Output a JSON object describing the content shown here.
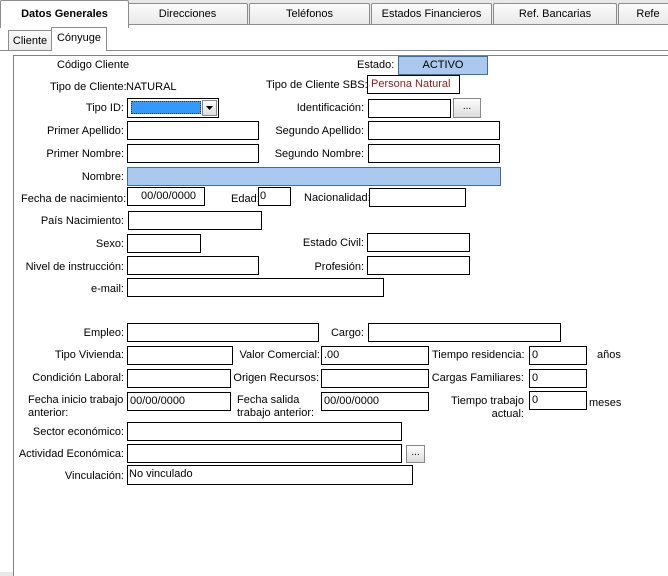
{
  "tabs": [
    "Datos Generales",
    "Direcciones",
    "Teléfonos",
    "Estados Financieros",
    "Ref. Bancarias",
    "Refe"
  ],
  "subtabs": [
    "Cliente",
    "Cónyuge"
  ],
  "labels": {
    "codigo_cliente": "Código Cliente",
    "estado": "Estado:",
    "tipo_cliente": "Tipo de Cliente:",
    "tipo_cliente_sbs": "Tipo de Cliente SBS:",
    "tipo_id": "Tipo ID:",
    "identificacion": "Identificación:",
    "primer_apellido": "Primer Apellido:",
    "segundo_apellido": "Segundo Apellido:",
    "primer_nombre": "Primer Nombre:",
    "segundo_nombre": "Segundo Nombre:",
    "nombre": "Nombre:",
    "fecha_nacimiento": "Fecha de nacimiento:",
    "edad": "Edad:",
    "nacionalidad": "Nacionalidad:",
    "pais_nacimiento": "País Nacimiento:",
    "sexo": "Sexo:",
    "estado_civil": "Estado Civil:",
    "nivel_instruccion": "Nivel de instrucción:",
    "profesion": "Profesión:",
    "email": "e-mail:",
    "empleo": "Empleo:",
    "cargo": "Cargo:",
    "tipo_vivienda": "Tipo Vivienda:",
    "valor_comercial": "Valor Comercial:",
    "tiempo_residencia": "Tiempo residencia:",
    "anos": "años",
    "condicion_laboral": "Condición Laboral:",
    "origen_recursos": "Origen Recursos:",
    "cargas_familiares": "Cargas Familiares:",
    "fecha_inicio_1": "Fecha inicio trabajo",
    "fecha_inicio_2": "anterior:",
    "fecha_salida_1": "Fecha salida",
    "fecha_salida_2": "trabajo anterior:",
    "tiempo_trabajo_1": "Tiempo trabajo",
    "tiempo_trabajo_2": "actual:",
    "meses": "meses",
    "sector_economico": "Sector económico:",
    "actividad_economica": "Actividad Económica:",
    "vinculacion": "Vinculación:"
  },
  "values": {
    "estado": "ACTIVO",
    "tipo_cliente": "NATURAL",
    "tipo_cliente_sbs": "Persona Natural",
    "fecha_nacimiento": "00/00/0000",
    "edad": "0",
    "valor_comercial": ".00",
    "tiempo_residencia": "0",
    "cargas_familiares": "0",
    "fecha_inicio": "00/00/0000",
    "fecha_salida": "00/00/0000",
    "tiempo_trabajo": "0",
    "vinculacion": "No vinculado",
    "ellipsis": "..."
  }
}
